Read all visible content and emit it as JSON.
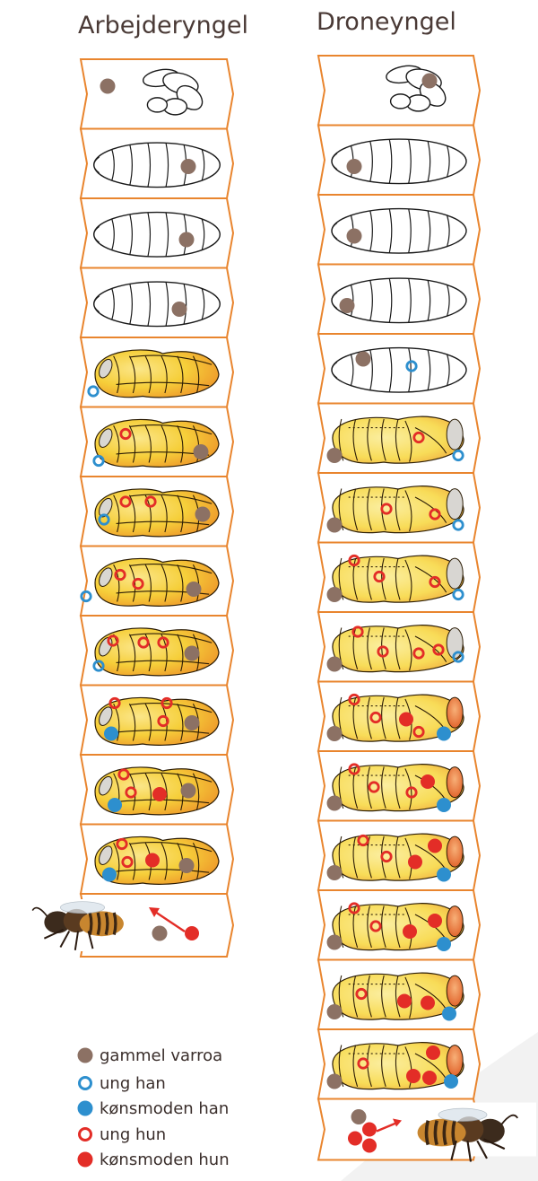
{
  "columns": [
    {
      "title": "Arbejderyngel"
    },
    {
      "title": "Droneyngel"
    }
  ],
  "legend": [
    {
      "label": "gammel varroa",
      "marker": "filled",
      "color": "#8c7164"
    },
    {
      "label": "ung han",
      "marker": "ring",
      "color": "#2d8fce"
    },
    {
      "label": "kønsmoden han",
      "marker": "filled",
      "color": "#2d8fce"
    },
    {
      "label": "ung hun",
      "marker": "ring",
      "color": "#e32d27"
    },
    {
      "label": "kønsmoden hun",
      "marker": "filled",
      "color": "#e32d27"
    }
  ],
  "colors": {
    "cell_border": "#e9852e",
    "old_varroa": "#8c7164",
    "male": "#2d8fce",
    "female": "#e32d27",
    "pupa_yellow": "#f6cf3a",
    "pupa_orange": "#ee9a2b",
    "title_text": "#4a3a36"
  },
  "worker_column": {
    "stages": [
      {
        "stage": "larva-curled",
        "mites": [
          {
            "type": "old"
          }
        ]
      },
      {
        "stage": "larva",
        "mites": [
          {
            "type": "old"
          }
        ]
      },
      {
        "stage": "larva",
        "mites": [
          {
            "type": "old"
          }
        ]
      },
      {
        "stage": "larva",
        "mites": [
          {
            "type": "old"
          }
        ]
      },
      {
        "stage": "pupa",
        "mites": [
          {
            "type": "young-male"
          }
        ]
      },
      {
        "stage": "pupa",
        "mites": [
          {
            "type": "young-male"
          },
          {
            "type": "young-female"
          },
          {
            "type": "old"
          }
        ]
      },
      {
        "stage": "pupa",
        "mites": [
          {
            "type": "young-male"
          },
          {
            "type": "young-female"
          },
          {
            "type": "young-female"
          },
          {
            "type": "old"
          }
        ]
      },
      {
        "stage": "pupa",
        "mites": [
          {
            "type": "young-male"
          },
          {
            "type": "young-female"
          },
          {
            "type": "young-female"
          },
          {
            "type": "old"
          }
        ]
      },
      {
        "stage": "pupa",
        "mites": [
          {
            "type": "young-male"
          },
          {
            "type": "young-female"
          },
          {
            "type": "young-female"
          },
          {
            "type": "young-female"
          },
          {
            "type": "old"
          }
        ]
      },
      {
        "stage": "pupa",
        "mites": [
          {
            "type": "mature-male"
          },
          {
            "type": "young-female"
          },
          {
            "type": "young-female"
          },
          {
            "type": "young-female"
          },
          {
            "type": "old"
          }
        ]
      },
      {
        "stage": "pupa",
        "mites": [
          {
            "type": "mature-male"
          },
          {
            "type": "young-female"
          },
          {
            "type": "young-female"
          },
          {
            "type": "mature-female"
          },
          {
            "type": "old"
          }
        ]
      },
      {
        "stage": "pupa",
        "mites": [
          {
            "type": "mature-male"
          },
          {
            "type": "young-female"
          },
          {
            "type": "young-female"
          },
          {
            "type": "mature-female"
          },
          {
            "type": "old"
          }
        ]
      },
      {
        "stage": "emerged-bee",
        "mites": [
          {
            "type": "old"
          },
          {
            "type": "mature-female"
          }
        ]
      }
    ]
  },
  "drone_column": {
    "stages": [
      {
        "stage": "larva-curled",
        "mites": [
          {
            "type": "old"
          }
        ]
      },
      {
        "stage": "larva",
        "mites": [
          {
            "type": "old"
          }
        ]
      },
      {
        "stage": "larva",
        "mites": [
          {
            "type": "old"
          }
        ]
      },
      {
        "stage": "larva",
        "mites": [
          {
            "type": "old"
          }
        ]
      },
      {
        "stage": "larva",
        "mites": [
          {
            "type": "old"
          },
          {
            "type": "young-male"
          }
        ]
      },
      {
        "stage": "pupa",
        "mites": [
          {
            "type": "old"
          },
          {
            "type": "young-female"
          },
          {
            "type": "young-male"
          }
        ]
      },
      {
        "stage": "pupa",
        "mites": [
          {
            "type": "old"
          },
          {
            "type": "young-female"
          },
          {
            "type": "young-female"
          },
          {
            "type": "young-male"
          }
        ]
      },
      {
        "stage": "pupa",
        "mites": [
          {
            "type": "old"
          },
          {
            "type": "young-female"
          },
          {
            "type": "young-female"
          },
          {
            "type": "young-female"
          },
          {
            "type": "young-male"
          }
        ]
      },
      {
        "stage": "pupa",
        "mites": [
          {
            "type": "old"
          },
          {
            "type": "young-female"
          },
          {
            "type": "young-female"
          },
          {
            "type": "young-female"
          },
          {
            "type": "young-female"
          },
          {
            "type": "young-male"
          }
        ]
      },
      {
        "stage": "pupa",
        "mites": [
          {
            "type": "old"
          },
          {
            "type": "young-female"
          },
          {
            "type": "young-female"
          },
          {
            "type": "mature-female"
          },
          {
            "type": "young-female"
          },
          {
            "type": "mature-male"
          }
        ]
      },
      {
        "stage": "pupa",
        "mites": [
          {
            "type": "old"
          },
          {
            "type": "young-female"
          },
          {
            "type": "young-female"
          },
          {
            "type": "young-female"
          },
          {
            "type": "mature-female"
          },
          {
            "type": "mature-male"
          }
        ]
      },
      {
        "stage": "pupa",
        "mites": [
          {
            "type": "old"
          },
          {
            "type": "young-female"
          },
          {
            "type": "young-female"
          },
          {
            "type": "mature-female"
          },
          {
            "type": "mature-female"
          },
          {
            "type": "mature-male"
          }
        ]
      },
      {
        "stage": "pupa",
        "mites": [
          {
            "type": "old"
          },
          {
            "type": "young-female"
          },
          {
            "type": "young-female"
          },
          {
            "type": "mature-female"
          },
          {
            "type": "mature-female"
          },
          {
            "type": "mature-male"
          }
        ]
      },
      {
        "stage": "pupa",
        "mites": [
          {
            "type": "old"
          },
          {
            "type": "young-female"
          },
          {
            "type": "mature-female"
          },
          {
            "type": "mature-female"
          },
          {
            "type": "mature-male"
          }
        ]
      },
      {
        "stage": "pupa",
        "mites": [
          {
            "type": "old"
          },
          {
            "type": "young-female"
          },
          {
            "type": "mature-female"
          },
          {
            "type": "mature-female"
          },
          {
            "type": "mature-female"
          },
          {
            "type": "mature-male"
          }
        ]
      },
      {
        "stage": "emerged-bee",
        "mites": [
          {
            "type": "old"
          },
          {
            "type": "mature-female"
          },
          {
            "type": "mature-female"
          },
          {
            "type": "mature-female"
          }
        ]
      }
    ]
  }
}
